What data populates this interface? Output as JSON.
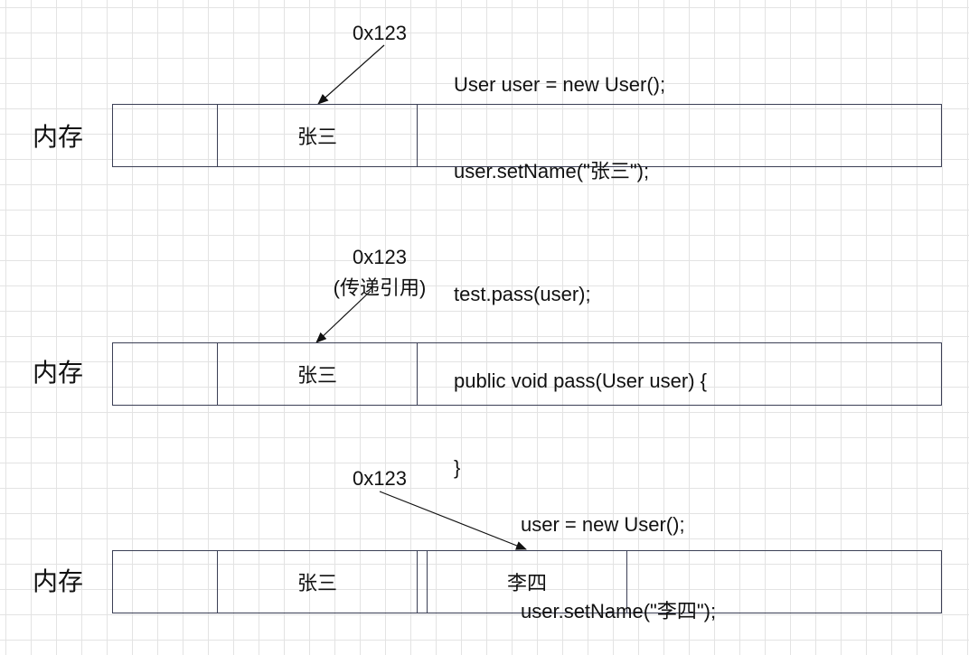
{
  "section1": {
    "mem_label": "内存",
    "address": "0x123",
    "code_lines": [
      "User user = new User();",
      "user.setName(\"张三\");"
    ],
    "object_label": "张三"
  },
  "section2": {
    "mem_label": "内存",
    "address": "0x123",
    "address_note": "(传递引用)",
    "code_lines": [
      "test.pass(user);",
      "public void pass(User user) {",
      "}"
    ],
    "object_label": "张三"
  },
  "section3": {
    "mem_label": "内存",
    "address": "0x123",
    "code_lines": [
      "user = new User();",
      "user.setName(\"李四\");"
    ],
    "object_label_1": "张三",
    "object_label_2": "李四"
  }
}
